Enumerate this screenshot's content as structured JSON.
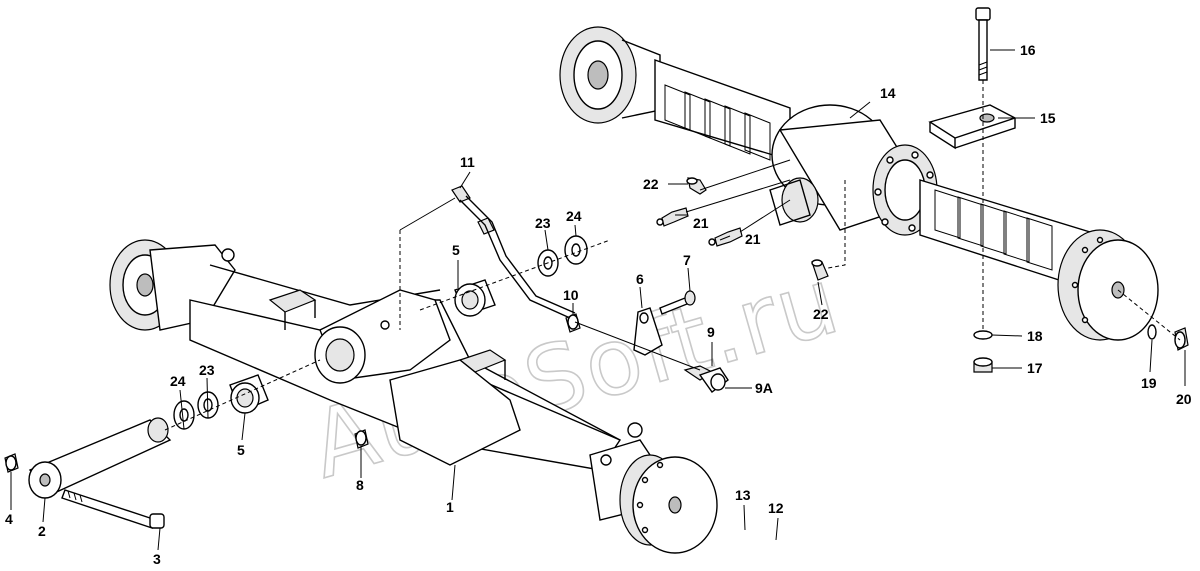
{
  "watermark": "AutoSoft.ru",
  "labels": {
    "l1": "1",
    "l2": "2",
    "l3": "3",
    "l4": "4",
    "l5a": "5",
    "l5b": "5",
    "l6": "6",
    "l7": "7",
    "l8": "8",
    "l9": "9",
    "l9a": "9A",
    "l10": "10",
    "l11": "11",
    "l12": "12",
    "l13": "13",
    "l14": "14",
    "l15": "15",
    "l16": "16",
    "l17": "17",
    "l18": "18",
    "l19": "19",
    "l20": "20",
    "l21a": "21",
    "l21b": "21",
    "l22a": "22",
    "l22b": "22",
    "l23a": "23",
    "l23b": "23",
    "l24a": "24",
    "l24b": "24"
  }
}
